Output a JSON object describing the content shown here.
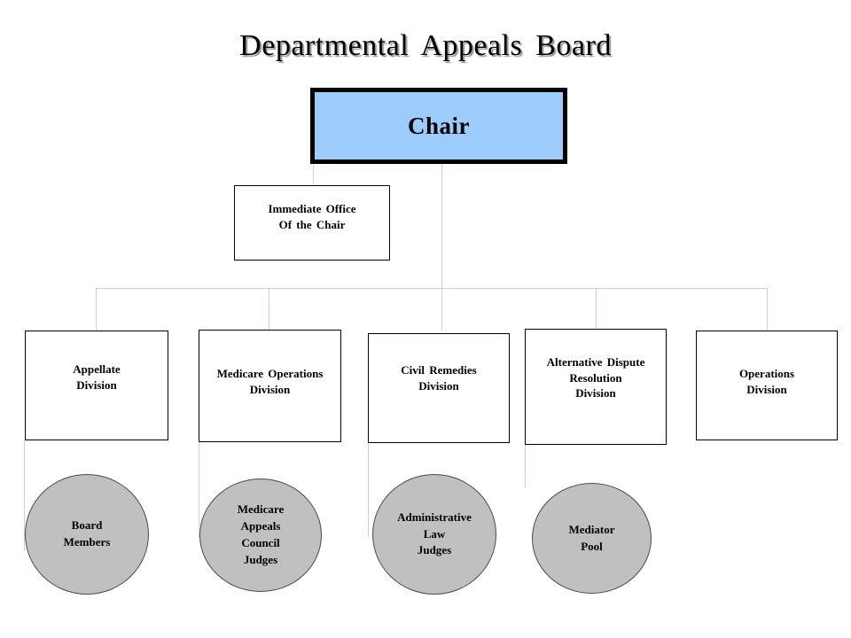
{
  "chart_data": {
    "type": "diagram",
    "diagram_kind": "organizational-chart",
    "title": "Departmental Appeals Board",
    "nodes": [
      {
        "id": "chair",
        "label": "Chair",
        "shape": "rectangle",
        "fill": "#9dccfa",
        "border": "#000000",
        "level": 0
      },
      {
        "id": "immediate-office",
        "label": "Immediate  Office\nOf the Chair",
        "shape": "rectangle",
        "fill": "#ffffff",
        "border": "#000000",
        "level": 1
      },
      {
        "id": "appellate-division",
        "label": "Appellate\nDivision",
        "shape": "rectangle",
        "fill": "#ffffff",
        "border": "#000000",
        "level": 2
      },
      {
        "id": "medicare-operations-division",
        "label": "Medicare Operations\nDivision",
        "shape": "rectangle",
        "fill": "#ffffff",
        "border": "#000000",
        "level": 2
      },
      {
        "id": "civil-remedies-division",
        "label": "Civil Remedies\nDivision",
        "shape": "rectangle",
        "fill": "#ffffff",
        "border": "#000000",
        "level": 2
      },
      {
        "id": "alternative-dispute-resolution-division",
        "label": "Alternative  Dispute\nResolution\nDivision",
        "shape": "rectangle",
        "fill": "#ffffff",
        "border": "#000000",
        "level": 2
      },
      {
        "id": "operations-division",
        "label": "Operations\nDivision",
        "shape": "rectangle",
        "fill": "#ffffff",
        "border": "#000000",
        "level": 2
      },
      {
        "id": "board-members",
        "label": "Board\nMembers",
        "shape": "ellipse",
        "fill": "#c0c0c0",
        "border": "#4a4a4a",
        "level": 3
      },
      {
        "id": "medicare-appeals-council-judges",
        "label": "Medicare\nAppeals\nCouncil\nJudges",
        "shape": "ellipse",
        "fill": "#c0c0c0",
        "border": "#4a4a4a",
        "level": 3
      },
      {
        "id": "administrative-law-judges",
        "label": "Administrative\nLaw\nJudges",
        "shape": "ellipse",
        "fill": "#c0c0c0",
        "border": "#4a4a4a",
        "level": 3
      },
      {
        "id": "mediator-pool",
        "label": "Mediator\nPool",
        "shape": "ellipse",
        "fill": "#c0c0c0",
        "border": "#4a4a4a",
        "level": 3
      }
    ],
    "edges": [
      {
        "from": "chair",
        "to": "immediate-office"
      },
      {
        "from": "chair",
        "to": "appellate-division"
      },
      {
        "from": "chair",
        "to": "medicare-operations-division"
      },
      {
        "from": "chair",
        "to": "civil-remedies-division"
      },
      {
        "from": "chair",
        "to": "alternative-dispute-resolution-division"
      },
      {
        "from": "chair",
        "to": "operations-division"
      },
      {
        "from": "appellate-division",
        "to": "board-members"
      },
      {
        "from": "medicare-operations-division",
        "to": "medicare-appeals-council-judges"
      },
      {
        "from": "civil-remedies-division",
        "to": "administrative-law-judges"
      },
      {
        "from": "alternative-dispute-resolution-division",
        "to": "mediator-pool"
      }
    ],
    "connector_color": "#c2d4da",
    "background": "#ffffff"
  },
  "page": {
    "title": "Departmental Appeals Board"
  },
  "chair": {
    "label": "Chair"
  },
  "immediate_office": {
    "label": "Immediate  Office\nOf the Chair"
  },
  "divisions": [
    {
      "label": "Appellate\nDivision"
    },
    {
      "label": "Medicare Operations\nDivision"
    },
    {
      "label": "Civil Remedies\nDivision"
    },
    {
      "label": "Alternative  Dispute\nResolution\nDivision"
    },
    {
      "label": "Operations\nDivision"
    }
  ],
  "groups": [
    {
      "label": "Board\nMembers"
    },
    {
      "label": "Medicare\nAppeals\nCouncil\nJudges"
    },
    {
      "label": "Administrative\nLaw\nJudges"
    },
    {
      "label": "Mediator\nPool"
    }
  ]
}
